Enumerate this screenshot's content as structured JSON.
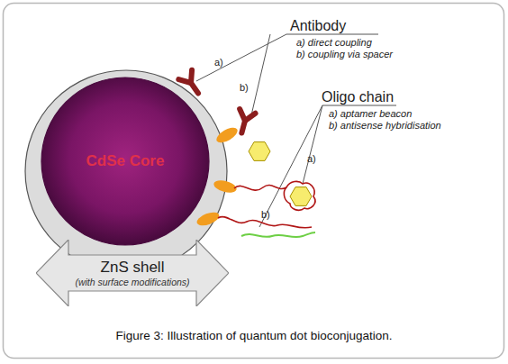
{
  "diagram": {
    "caption": "Figure 3: Illustration of quantum dot bioconjugation.",
    "nodes": [
      {
        "text": [
          "CdSe Core"
        ]
      },
      {
        "text": [
          "ZnS shell",
          "(with surface modifications)"
        ]
      }
    ],
    "labels": [
      "Antibody",
      "a) direct coupling",
      "b) coupling via spacer",
      "a)",
      "b)",
      "Oligo chain",
      "a) aptamer beacon",
      "b) antisense hybridisation",
      "a)",
      "b)"
    ]
  }
}
